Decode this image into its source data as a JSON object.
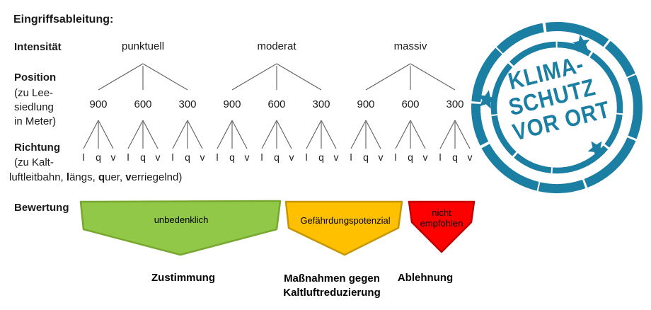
{
  "title": "Eingriffsableitung:",
  "axis_labels": {
    "intensity": "Intensität",
    "position": "Position",
    "position_note": "(zu Lee-\nsiedlung\nin Meter)",
    "direction": "Richtung",
    "direction_note_line1": "(zu Kalt-",
    "direction_note_line2_segments": [
      {
        "text": "luftleitbahn, ",
        "bold": false
      },
      {
        "text": "l",
        "bold": true
      },
      {
        "text": "ängs, ",
        "bold": false
      },
      {
        "text": "q",
        "bold": true
      },
      {
        "text": "uer, ",
        "bold": false
      },
      {
        "text": "v",
        "bold": true
      },
      {
        "text": "erriegelnd)",
        "bold": false
      }
    ],
    "rating": "Bewertung"
  },
  "tree": {
    "groups": [
      {
        "intensity": "punktuell",
        "positions": [
          {
            "distance": "900",
            "directions": [
              "l",
              "q",
              "v"
            ]
          },
          {
            "distance": "600",
            "directions": [
              "l",
              "q",
              "v"
            ]
          },
          {
            "distance": "300",
            "directions": [
              "l",
              "q",
              "v"
            ]
          }
        ]
      },
      {
        "intensity": "moderat",
        "positions": [
          {
            "distance": "900",
            "directions": [
              "l",
              "q",
              "v"
            ]
          },
          {
            "distance": "600",
            "directions": [
              "l",
              "q",
              "v"
            ]
          },
          {
            "distance": "300",
            "directions": [
              "l",
              "q",
              "v"
            ]
          }
        ]
      },
      {
        "intensity": "massiv",
        "positions": [
          {
            "distance": "900",
            "directions": [
              "l",
              "q",
              "v"
            ]
          },
          {
            "distance": "600",
            "directions": [
              "l",
              "q",
              "v"
            ]
          },
          {
            "distance": "300",
            "directions": [
              "l",
              "q",
              "v"
            ]
          }
        ]
      }
    ]
  },
  "ratings": [
    {
      "label": "unbedenklich",
      "outcome": "Zustimmung",
      "fill": "#92C847",
      "border": "#76A72F"
    },
    {
      "label": "Gefährdungspotenzial",
      "outcome": "Maßnahmen gegen Kaltluftreduzierung",
      "fill": "#FFC000",
      "border": "#C69500"
    },
    {
      "label": "nicht empfohlen",
      "outcome": "Ablehnung",
      "fill": "#FE0000",
      "border": "#C00000"
    }
  ],
  "stamp": {
    "lines": [
      "KLIMA-",
      "SCHUTZ",
      "VOR ORT"
    ],
    "color": "#1B7EA3"
  },
  "colors": {
    "tree_line": "#5f5f5f",
    "text": "#1a1a1a"
  }
}
